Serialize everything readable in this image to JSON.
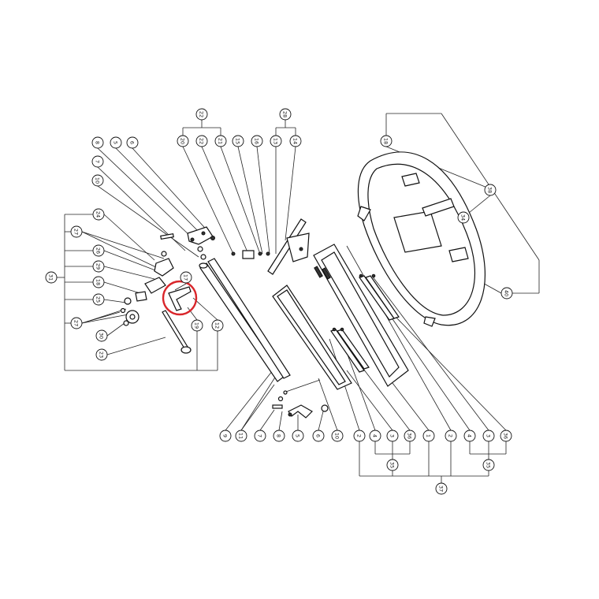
{
  "diagram": {
    "highlight_color": "#d9262b",
    "callouts": {
      "c1": "22",
      "c2": "20",
      "c3": "22",
      "c4": "21",
      "c5": "15",
      "c6": "16",
      "c7": "13",
      "c8": "28",
      "c9": "14",
      "c10": "8",
      "c11": "5",
      "c12": "6",
      "c13": "7",
      "c14": "10",
      "c15": "24",
      "c16": "27",
      "c17": "26",
      "c18": "29",
      "c19": "18",
      "c20": "25",
      "c21": "27",
      "c22": "30",
      "c23": "23",
      "c24": "31",
      "c25": "17",
      "c26": "19",
      "c27": "12",
      "c28": "9",
      "c29": "11",
      "c30": "7",
      "c31": "8",
      "c32": "5",
      "c33": "6",
      "c34": "10",
      "c35": "2",
      "c36": "4",
      "c37": "3",
      "c38": "36",
      "c39": "35",
      "c40": "1",
      "c41": "2",
      "c42": "4",
      "c43": "3",
      "c44": "36",
      "c45": "35",
      "c46": "37",
      "c47": "18",
      "c48": "38",
      "c49": "34",
      "c50": "40"
    }
  }
}
